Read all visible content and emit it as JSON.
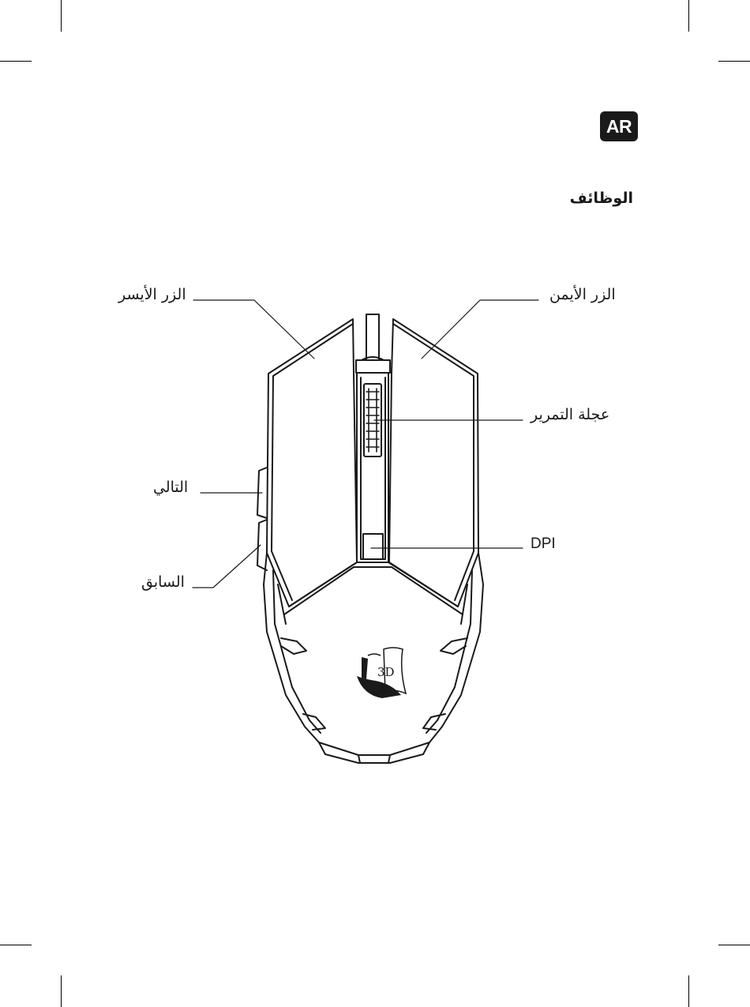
{
  "page": {
    "language_badge": "AR",
    "section_title": "الوظائف"
  },
  "callouts": {
    "left_button": "الزر الأيسر",
    "right_button": "الزر الأيمن",
    "scroll_wheel": "عجلة التمرير",
    "forward_button": "التالي",
    "back_button": "السابق",
    "dpi_button": "DPI"
  },
  "logo": {
    "mark": "3D"
  },
  "colors": {
    "ink": "#1a1a1a",
    "paper": "#ffffff"
  }
}
